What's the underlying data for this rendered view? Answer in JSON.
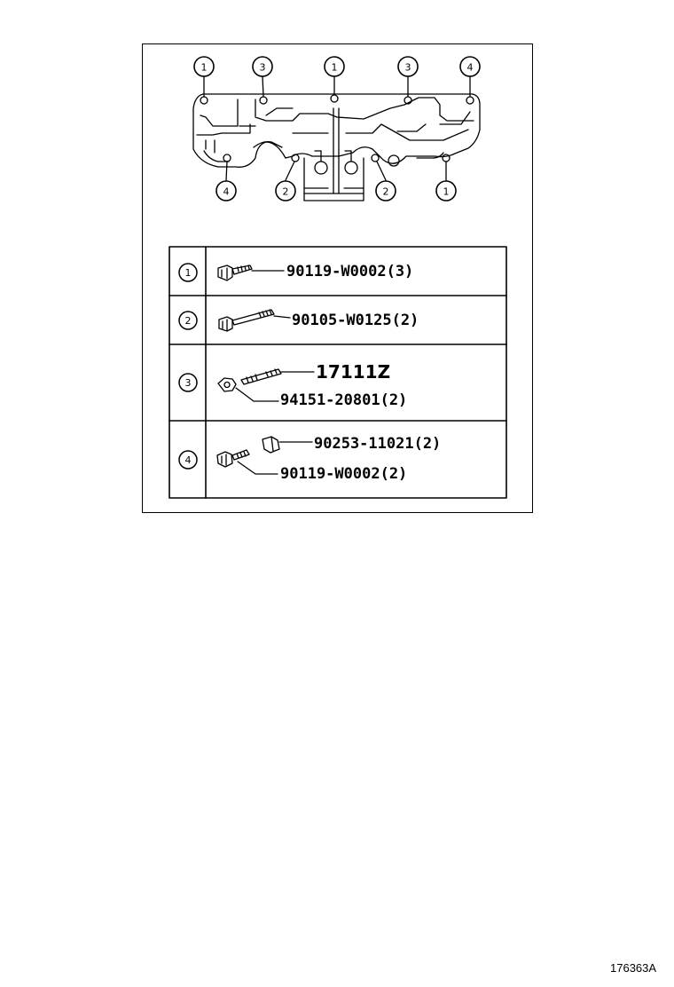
{
  "callouts": {
    "top": [
      "1",
      "3",
      "1",
      "3",
      "4"
    ],
    "bottom": [
      "4",
      "2",
      "2",
      "1"
    ]
  },
  "table": {
    "rows": [
      {
        "key": "1",
        "parts": [
          "90119-W0002(3)"
        ]
      },
      {
        "key": "2",
        "parts": [
          "90105-W0125(2)"
        ]
      },
      {
        "key": "3",
        "parts": [
          "17111Z",
          "94151-20801(2)"
        ]
      },
      {
        "key": "4",
        "parts": [
          "90253-11021(2)",
          "90119-W0002(2)"
        ]
      }
    ]
  },
  "figure_id": "176363A"
}
